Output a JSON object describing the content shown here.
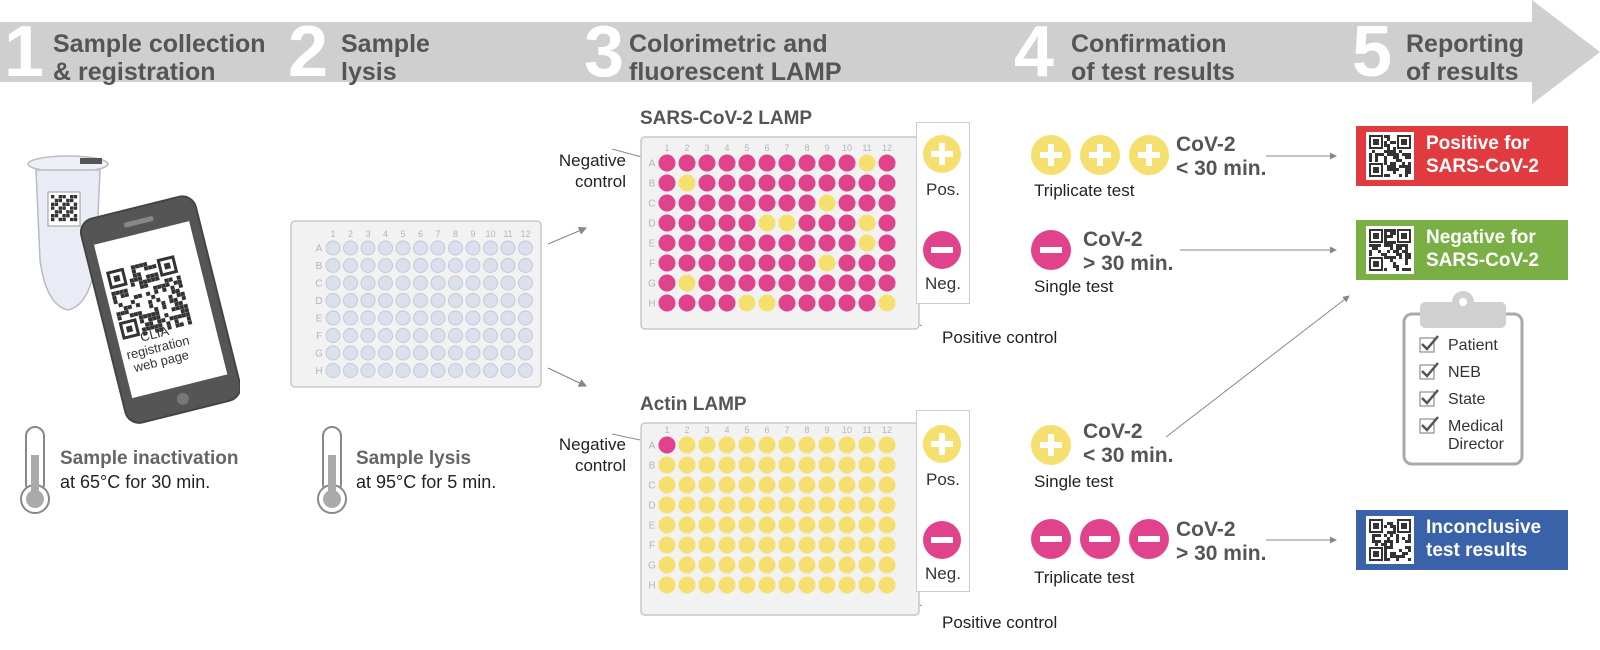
{
  "colors": {
    "arrow": "#cfcfcf",
    "positive_pink": "#e0438c",
    "negative_yellow": "#f5df6e",
    "well_empty": "#dbe0ec",
    "report_positive": "#e13a3f",
    "report_negative": "#7aaf45",
    "report_inconclusive": "#3a62a8"
  },
  "steps": [
    {
      "number": "1",
      "title": "Sample collection\n& registration"
    },
    {
      "number": "2",
      "title": "Sample\nlysis"
    },
    {
      "number": "3",
      "title": "Colorimetric and\nfluorescent LAMP"
    },
    {
      "number": "4",
      "title": "Confirmation\nof test results"
    },
    {
      "number": "5",
      "title": "Reporting\nof results"
    }
  ],
  "collection": {
    "phone_text": "CLIA\nregistration\nweb page",
    "thermo_title": "Sample inactivation",
    "thermo_sub": "at 65°C for 30 min."
  },
  "lysis": {
    "thermo_title": "Sample lysis",
    "thermo_sub": "at 95°C for 5 min."
  },
  "plate_rows": [
    "A",
    "B",
    "C",
    "D",
    "E",
    "F",
    "G",
    "H"
  ],
  "plate_cols": [
    "1",
    "2",
    "3",
    "4",
    "5",
    "6",
    "7",
    "8",
    "9",
    "10",
    "11",
    "12"
  ],
  "sars_plate": {
    "title": "SARS-CoV-2 LAMP",
    "grid": [
      "PPPPPPPPPPYP",
      "PYPPPPPPPPPP",
      "PPPPPPPPYPPP",
      "PPPPPYYPPPYP",
      "PPPPPPPPPPYP",
      "PPPPPPPPYPPP",
      "PYPPPPPPPPPP",
      "PPPPYYPPPPPY"
    ]
  },
  "actin_plate": {
    "title": "Actin LAMP",
    "grid": [
      "PYYYYYYYYYYY",
      "YYYYYYYYYYYY",
      "YYYYYYYYYYYY",
      "YYYYYYYYYYYY",
      "YYYYYYYYYYYY",
      "YYYYYYYYYYYY",
      "YYYYYYYYYYYY",
      "YYYYYYYYYYYY"
    ]
  },
  "controls": {
    "negative_control": "Negative\ncontrol",
    "positive_control": "Positive control",
    "pos": "Pos.",
    "neg": "Neg."
  },
  "confirmation": [
    {
      "label": "CoV-2\n< 30 min.",
      "test": "Triplicate test"
    },
    {
      "label": "CoV-2\n> 30 min.",
      "test": "Single test"
    },
    {
      "label": "CoV-2\n< 30 min.",
      "test": "Single test"
    },
    {
      "label": "CoV-2\n> 30 min.",
      "test": "Triplicate test"
    }
  ],
  "reports": {
    "positive": "Positive for\nSARS-CoV-2",
    "negative": "Negative for\nSARS-CoV-2",
    "inconclusive": "Inconclusive\ntest results"
  },
  "clipboard": {
    "items": [
      "Patient",
      "NEB",
      "State",
      "Medical\nDirector"
    ]
  }
}
